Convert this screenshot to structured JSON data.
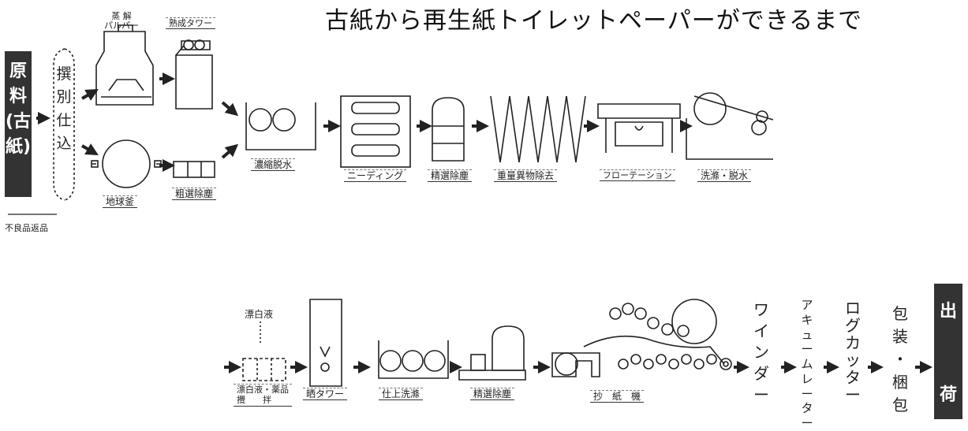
{
  "title": "古紙から再生紙トイレットペーパーができるまで",
  "source": {
    "chars": [
      "原",
      "料",
      "(古",
      "紙)"
    ]
  },
  "sort": {
    "chars": [
      "撰",
      "別",
      "仕",
      "込"
    ]
  },
  "return_label": "不良品返品",
  "top_labels": {
    "pulper": "蒸 解\nパルパー",
    "aging_tower": "熟成タワー",
    "drum": "地球釜",
    "coarse": "粗選除塵",
    "concentrate": "濃縮脱水",
    "kneading": "ニーディング",
    "fine1": "精選除塵",
    "heavy": "重量異物除去",
    "flotation": "フローテーション",
    "wash1": "洗滌・脱水"
  },
  "bottom_labels": {
    "bleach_liquid": "漂白液",
    "bleach_mix": "漂白液・薬品\n攪　　拌",
    "bleach_tower": "晒タワー",
    "finish_wash": "仕上洗滌",
    "fine2": "精選除塵",
    "paper_machine": "抄　紙　機"
  },
  "final_steps": [
    {
      "chars": [
        "ワ",
        "イ",
        "ン",
        "ダ",
        "ー"
      ]
    },
    {
      "chars": [
        "ア",
        "キ",
        "ュ",
        "ー",
        "ム",
        "レ",
        "ー",
        "タ",
        "ー"
      ]
    },
    {
      "chars": [
        "ロ",
        "グ",
        "カ",
        "ッ",
        "タ",
        "ー"
      ]
    },
    {
      "chars": [
        "包",
        "装",
        "・",
        "梱",
        "包"
      ]
    }
  ],
  "ship": {
    "chars": [
      "出",
      "荷"
    ]
  }
}
